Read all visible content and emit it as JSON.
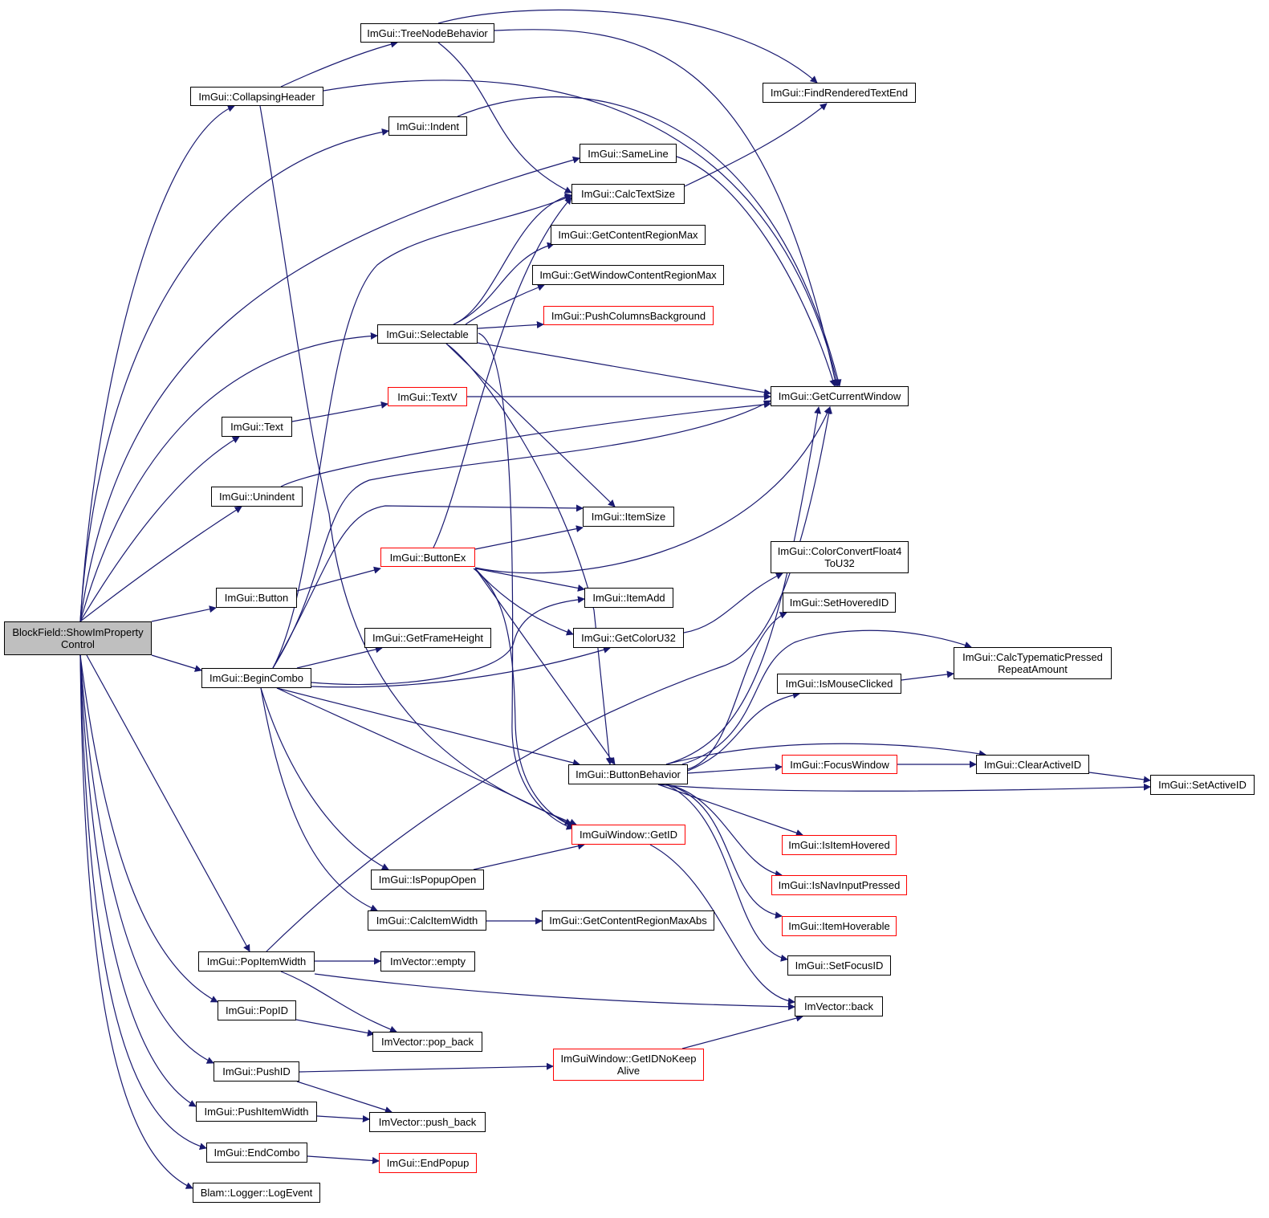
{
  "graph": {
    "edge_color": "#191970",
    "node_border": "#000000",
    "truncated_border": "#ff0000",
    "root_fill": "#bfbfbf",
    "nodes": {
      "root": {
        "label": "BlockField::ShowImProperty\nControl",
        "truncated": false
      },
      "collapsing": {
        "label": "ImGui::CollapsingHeader",
        "truncated": false
      },
      "treenode": {
        "label": "ImGui::TreeNodeBehavior",
        "truncated": false
      },
      "findend": {
        "label": "ImGui::FindRenderedTextEnd",
        "truncated": false
      },
      "indent": {
        "label": "ImGui::Indent",
        "truncated": false
      },
      "sameline": {
        "label": "ImGui::SameLine",
        "truncated": false
      },
      "calctext": {
        "label": "ImGui::CalcTextSize",
        "truncated": false
      },
      "getcrmax": {
        "label": "ImGui::GetContentRegionMax",
        "truncated": false
      },
      "getwcrmax": {
        "label": "ImGui::GetWindowContentRegionMax",
        "truncated": false
      },
      "pushcolbg": {
        "label": "ImGui::PushColumnsBackground",
        "truncated": true
      },
      "selectable": {
        "label": "ImGui::Selectable",
        "truncated": false
      },
      "textv": {
        "label": "ImGui::TextV",
        "truncated": true
      },
      "getcurwin": {
        "label": "ImGui::GetCurrentWindow",
        "truncated": false
      },
      "text": {
        "label": "ImGui::Text",
        "truncated": false
      },
      "unindent": {
        "label": "ImGui::Unindent",
        "truncated": false
      },
      "itemsize": {
        "label": "ImGui::ItemSize",
        "truncated": false
      },
      "buttonex": {
        "label": "ImGui::ButtonEx",
        "truncated": true
      },
      "colorconv": {
        "label": "ImGui::ColorConvertFloat4\nToU32",
        "truncated": false
      },
      "button": {
        "label": "ImGui::Button",
        "truncated": false
      },
      "itemadd": {
        "label": "ImGui::ItemAdd",
        "truncated": false
      },
      "sethovered": {
        "label": "ImGui::SetHoveredID",
        "truncated": false
      },
      "getframeh": {
        "label": "ImGui::GetFrameHeight",
        "truncated": false
      },
      "getcolor": {
        "label": "ImGui::GetColorU32",
        "truncated": false
      },
      "calctypematic": {
        "label": "ImGui::CalcTypematicPressed\nRepeatAmount",
        "truncated": false
      },
      "begincombo": {
        "label": "ImGui::BeginCombo",
        "truncated": false
      },
      "ismouseclicked": {
        "label": "ImGui::IsMouseClicked",
        "truncated": false
      },
      "focuswindow": {
        "label": "ImGui::FocusWindow",
        "truncated": true
      },
      "clearactive": {
        "label": "ImGui::ClearActiveID",
        "truncated": false
      },
      "buttonbehavior": {
        "label": "ImGui::ButtonBehavior",
        "truncated": false
      },
      "setactive": {
        "label": "ImGui::SetActiveID",
        "truncated": false
      },
      "getid": {
        "label": "ImGuiWindow::GetID",
        "truncated": true
      },
      "isitemhovered": {
        "label": "ImGui::IsItemHovered",
        "truncated": true
      },
      "ispopupopen": {
        "label": "ImGui::IsPopupOpen",
        "truncated": false
      },
      "isnavinput": {
        "label": "ImGui::IsNavInputPressed",
        "truncated": true
      },
      "calcitemw": {
        "label": "ImGui::CalcItemWidth",
        "truncated": false
      },
      "getcrmaxabs": {
        "label": "ImGui::GetContentRegionMaxAbs",
        "truncated": false
      },
      "itemhoverable": {
        "label": "ImGui::ItemHoverable",
        "truncated": true
      },
      "popitemw": {
        "label": "ImGui::PopItemWidth",
        "truncated": false
      },
      "vecempty": {
        "label": "ImVector::empty",
        "truncated": false
      },
      "setfocus": {
        "label": "ImGui::SetFocusID",
        "truncated": false
      },
      "popid": {
        "label": "ImGui::PopID",
        "truncated": false
      },
      "vecback": {
        "label": "ImVector::back",
        "truncated": false
      },
      "vecpopback": {
        "label": "ImVector::pop_back",
        "truncated": false
      },
      "getidnokeep": {
        "label": "ImGuiWindow::GetIDNoKeep\nAlive",
        "truncated": true
      },
      "pushid": {
        "label": "ImGui::PushID",
        "truncated": false
      },
      "pushitemw": {
        "label": "ImGui::PushItemWidth",
        "truncated": false
      },
      "vecpushback": {
        "label": "ImVector::push_back",
        "truncated": false
      },
      "endcombo": {
        "label": "ImGui::EndCombo",
        "truncated": false
      },
      "endpopup": {
        "label": "ImGui::EndPopup",
        "truncated": true
      },
      "logevent": {
        "label": "Blam::Logger::LogEvent",
        "truncated": false
      }
    }
  }
}
